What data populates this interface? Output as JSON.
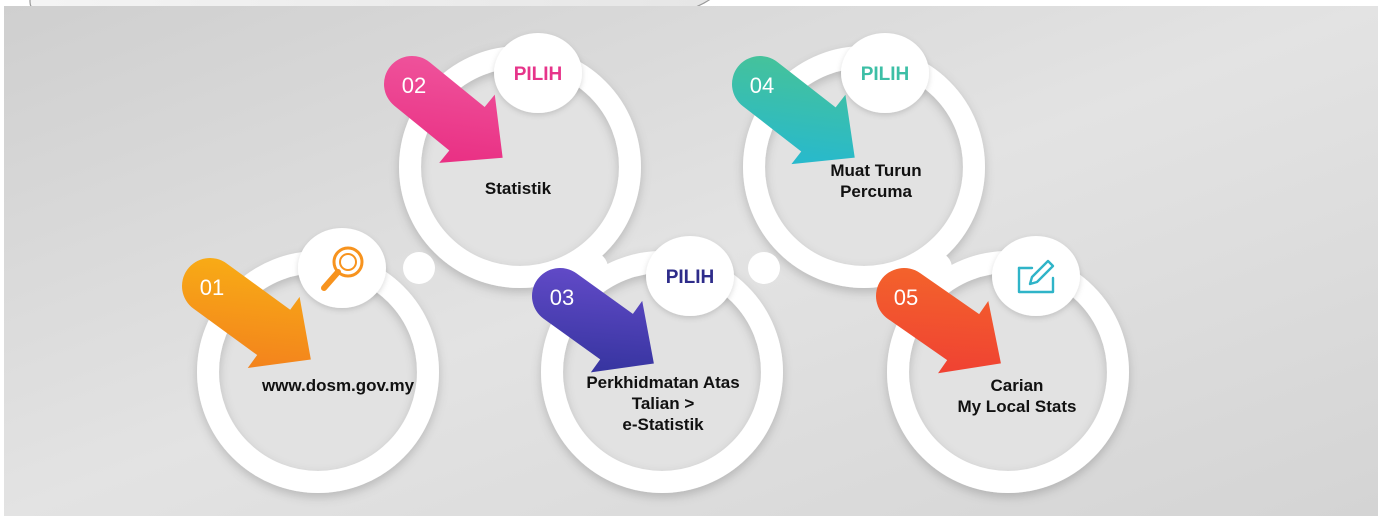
{
  "steps": [
    {
      "number": "01",
      "label_lines": [
        "www.dosm.gov.my"
      ],
      "badge_icon": "magnifier-icon",
      "color": "#f7931e"
    },
    {
      "number": "02",
      "badge_text": "PILIH",
      "badge_color": "#e6348a",
      "label_lines": [
        "Statistik"
      ],
      "color": "#ec3f8d"
    },
    {
      "number": "03",
      "badge_text": "PILIH",
      "badge_color": "#2e2c8a",
      "label_lines": [
        "Perkhidmatan Atas",
        "Talian >",
        "e-Statistik"
      ],
      "color": "#4b3bb5"
    },
    {
      "number": "04",
      "badge_text": "PILIH",
      "badge_color": "#3dbfa6",
      "label_lines": [
        "Muat Turun",
        "Percuma"
      ],
      "color": "#2fc0c0"
    },
    {
      "number": "05",
      "label_lines": [
        "Carian",
        "My Local Stats"
      ],
      "badge_icon": "edit-icon",
      "color": "#f24a2c"
    }
  ]
}
